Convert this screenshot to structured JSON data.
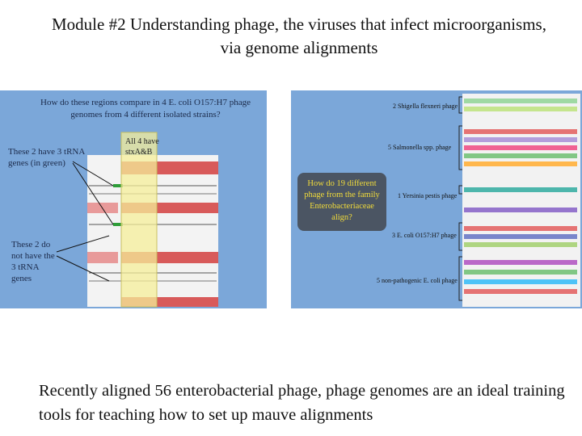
{
  "slide": {
    "title": "Module #2 Understanding phage, the viruses that infect microorganisms, via genome alignments",
    "caption": "Recently aligned 56 enterobacterial phage, phage genomes are an ideal training tools for teaching how to set up mauve alignments"
  },
  "left_figure": {
    "heading_line1": "How do these regions compare in 4 E. coli O157:H7 phage",
    "heading_line2": "genomes from 4 different isolated strains?",
    "highlight_line1": "All 4 have",
    "highlight_line2": "stxA&B",
    "note_top_line1": "These 2 have 3 tRNA",
    "note_top_line2": "genes (in green)",
    "note_bottom_line1": "These 2 do",
    "note_bottom_line2": "not have the",
    "note_bottom_line3": "3 tRNA",
    "note_bottom_line4": "genes"
  },
  "right_figure": {
    "question_line1": "How do 19 different",
    "question_line2": "phage from the family",
    "question_line3": "Enterobacteriaceae",
    "question_line4": "align?",
    "group1": "2 Shigella flexneri phage",
    "group2": "5 Salmonella spp. phage",
    "group3": "1 Yersinia pestis phage",
    "group4": "3 E. coli O157:H7 phage",
    "group5": "5 non-pathogenic E. coli phage"
  },
  "colors": {
    "panel_blue": "#7ba7d9",
    "alignment_red": "#d85a5a",
    "trna_green": "#2f9e3a",
    "highlight_yellow": "#f5ef9a",
    "question_box": "#4b5563",
    "question_text": "#f2dc3a"
  }
}
